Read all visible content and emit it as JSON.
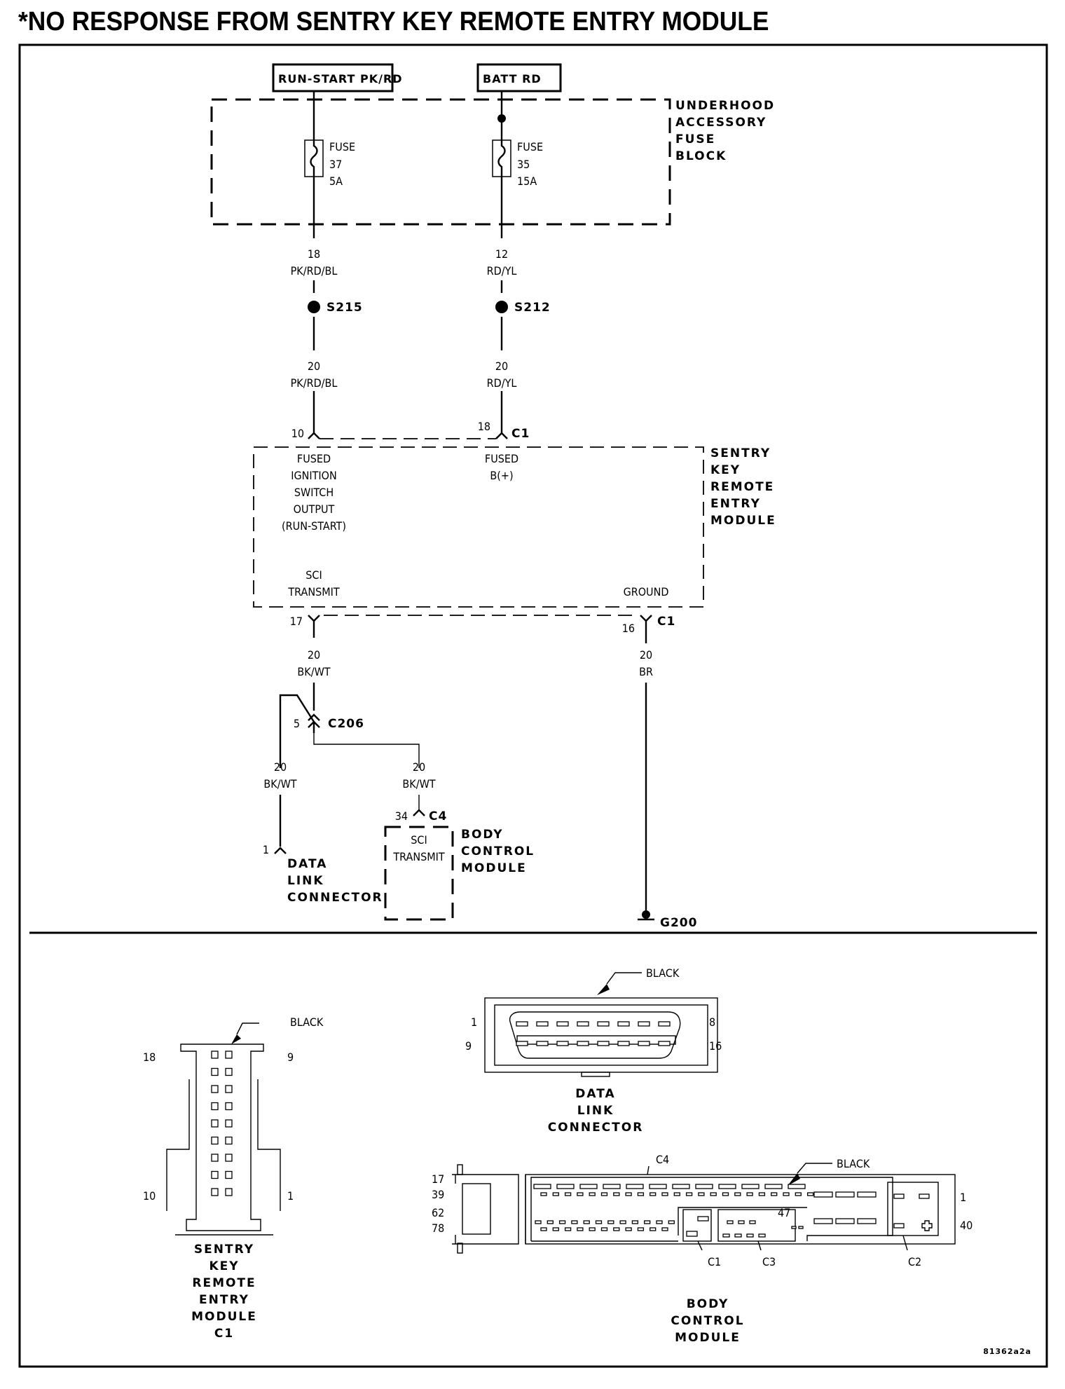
{
  "title": "*NO RESPONSE FROM SENTRY KEY REMOTE ENTRY MODULE",
  "power_sources": {
    "run_start": "RUN-START PK/RD",
    "batt": "BATT RD"
  },
  "fuse_block": {
    "label": [
      "UNDERHOOD",
      "ACCESSORY",
      "FUSE",
      "BLOCK"
    ],
    "fuses": [
      {
        "word": "FUSE",
        "number": "37",
        "rating": "5A"
      },
      {
        "word": "FUSE",
        "number": "35",
        "rating": "15A"
      }
    ]
  },
  "wires": {
    "left_upper": {
      "gauge": "18",
      "color": "PK/RD/BL"
    },
    "right_upper": {
      "gauge": "12",
      "color": "RD/YL"
    },
    "left_lower": {
      "gauge": "20",
      "color": "PK/RD/BL"
    },
    "right_lower": {
      "gauge": "20",
      "color": "RD/YL"
    },
    "sci": {
      "gauge": "20",
      "color": "BK/WT"
    },
    "ground": {
      "gauge": "20",
      "color": "BR"
    },
    "dlc_branch": {
      "gauge": "20",
      "color": "BK/WT"
    },
    "bcm_branch": {
      "gauge": "20",
      "color": "BK/WT"
    }
  },
  "splices": {
    "left": "S215",
    "right": "S212"
  },
  "skrem": {
    "label": [
      "SENTRY",
      "KEY",
      "REMOTE",
      "ENTRY",
      "MODULE"
    ],
    "connector": "C1",
    "pins": {
      "ign": "10",
      "batt": "18",
      "sci": "17",
      "gnd": "16"
    },
    "ign_label": [
      "FUSED",
      "IGNITION",
      "SWITCH",
      "OUTPUT",
      "(RUN-START)"
    ],
    "batt_label": [
      "FUSED",
      "B(+)"
    ],
    "sci_label": [
      "SCI",
      "TRANSMIT"
    ],
    "gnd_label": "GROUND"
  },
  "c206": {
    "pin": "5",
    "name": "C206"
  },
  "dlc": {
    "pin": "1",
    "label": [
      "DATA",
      "LINK",
      "CONNECTOR"
    ]
  },
  "bcm": {
    "pin": "34",
    "connector": "C4",
    "circuit_label": [
      "SCI",
      "TRANSMIT"
    ],
    "label": [
      "BODY",
      "CONTROL",
      "MODULE"
    ]
  },
  "ground": "G200",
  "views": {
    "skrem_c1": {
      "color": "BLACK",
      "pins": {
        "tl": "18",
        "tr": "9",
        "bl": "10",
        "br": "1"
      },
      "label": [
        "SENTRY",
        "KEY",
        "REMOTE",
        "ENTRY",
        "MODULE",
        "C1"
      ]
    },
    "dlc": {
      "color": "BLACK",
      "pins": {
        "tl": "1",
        "tr": "8",
        "bl": "9",
        "br": "16"
      },
      "label": [
        "DATA",
        "LINK",
        "CONNECTOR"
      ]
    },
    "bcm": {
      "color": "BLACK",
      "left_pins": [
        "17",
        "39",
        "62",
        "78"
      ],
      "right_pins": [
        "1",
        "40"
      ],
      "pin_47": "47",
      "connectors": [
        "C4",
        "C1",
        "C3",
        "C2"
      ],
      "label": [
        "BODY",
        "CONTROL",
        "MODULE"
      ]
    }
  },
  "figure_code": "81362a2a"
}
